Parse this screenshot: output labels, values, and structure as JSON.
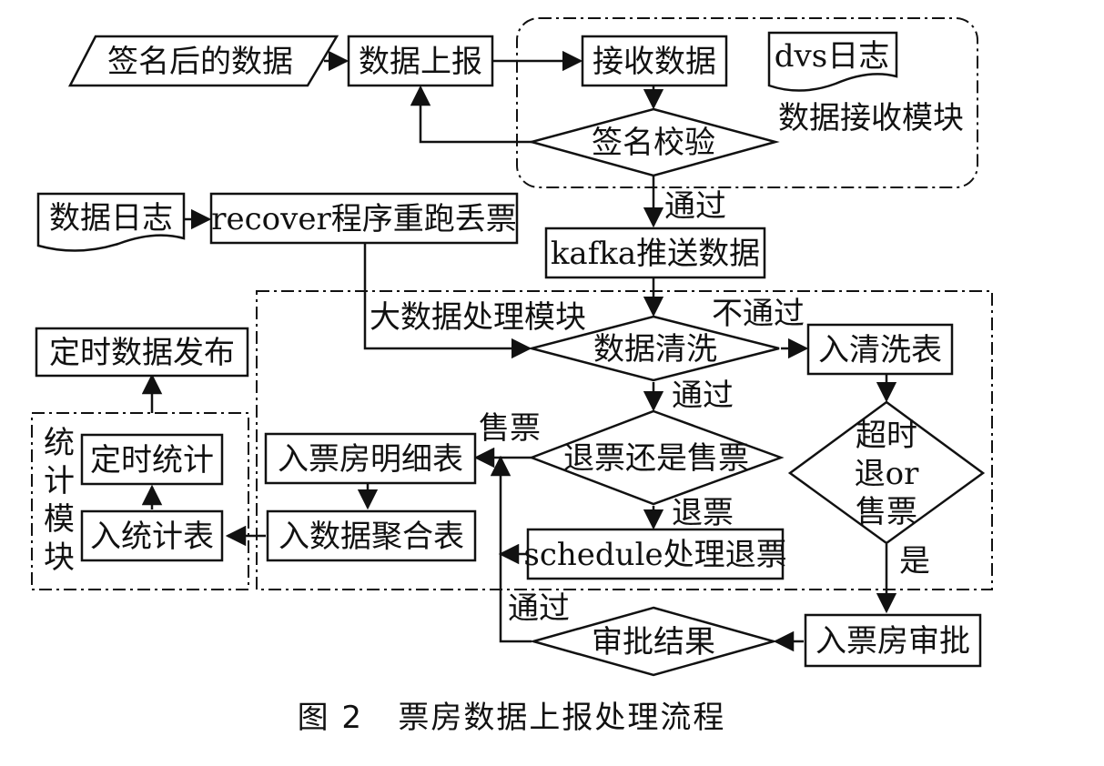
{
  "nodes": {
    "signed_data": "签名后的数据",
    "data_report": "数据上报",
    "receive_data": "接收数据",
    "dvs_log": "dvs日志",
    "receive_module": "数据接收模块",
    "sign_verify": "签名校验",
    "data_log": "数据日志",
    "recover": "recover程序重跑丢票",
    "kafka": "kafka推送数据",
    "big_data_module": "大数据处理模块",
    "data_clean": "数据清洗",
    "clean_table": "入清洗表",
    "timed_publish": "定时数据发布",
    "stat_module": [
      "统",
      "计",
      "模",
      "块"
    ],
    "timed_stat": "定时统计",
    "box_office_detail": "入票房明细表",
    "refund_or_sale": "退票还是售票",
    "timeout_q": [
      "超时",
      "退or",
      "售票"
    ],
    "stat_table": "入统计表",
    "aggregate_table": "入数据聚合表",
    "schedule_refund": "schedule处理退票",
    "approval_result": "审批结果",
    "box_office_approval": "入票房审批"
  },
  "edge_labels": {
    "pass1": "通过",
    "fail": "不通过",
    "pass2": "通过",
    "sale": "售票",
    "refund": "退票",
    "yes": "是",
    "pass3": "通过"
  },
  "caption": "图 2   票房数据上报处理流程"
}
